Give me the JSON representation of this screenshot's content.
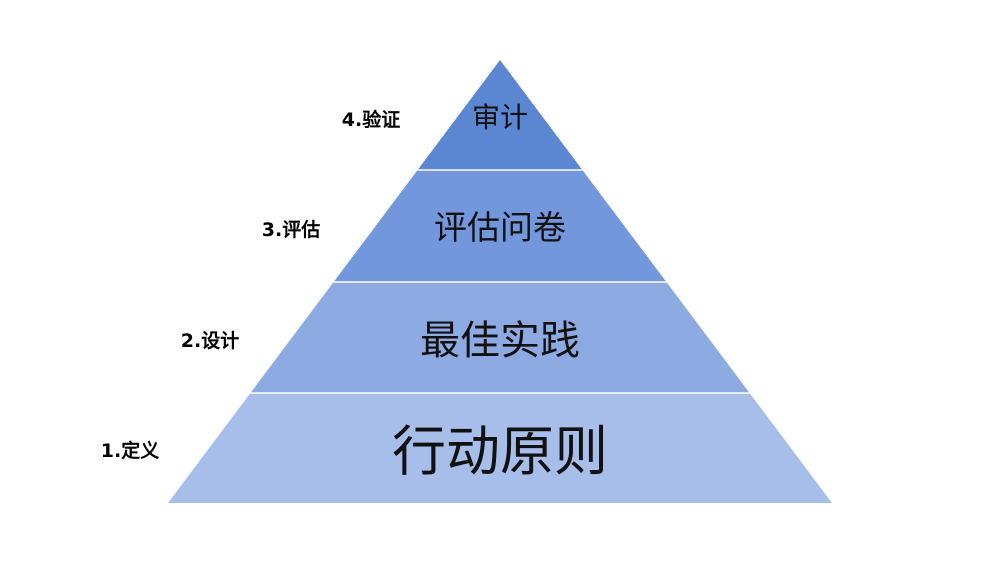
{
  "diagram": {
    "tiers": [
      {
        "side_label": "1.定义",
        "label": "行动原则",
        "color": "#a7bdea"
      },
      {
        "side_label": "2.设计",
        "label": "最佳实践",
        "color": "#8eaae3"
      },
      {
        "side_label": "3.评估",
        "label": "评估问卷",
        "color": "#7397dc"
      },
      {
        "side_label": "4.验证",
        "label": "审计",
        "color": "#5b86d2"
      }
    ],
    "separator_color": "#ffffff"
  }
}
